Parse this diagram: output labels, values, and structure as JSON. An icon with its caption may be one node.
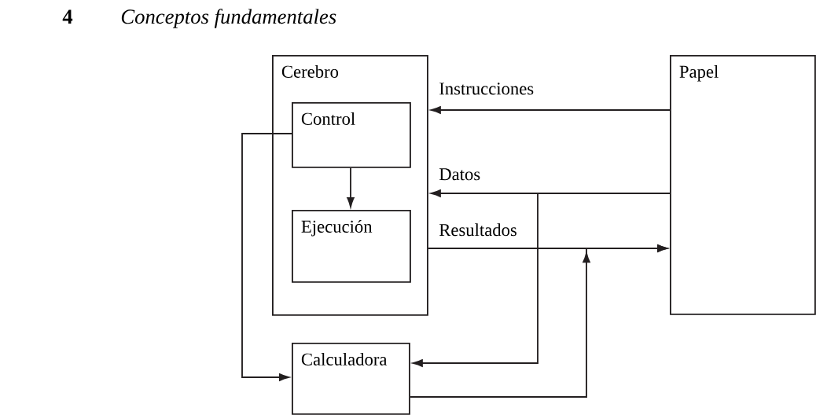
{
  "diagram": {
    "nodes": [
      {
        "text": [
          "Cerebro"
        ]
      },
      {
        "text": [
          "Control"
        ],
        "in": 0
      },
      {
        "text": [
          "Ejecución"
        ],
        "in": 0
      },
      {
        "text": [
          "Papel"
        ]
      },
      {
        "text": [
          "Calculadora"
        ]
      }
    ],
    "edges": [
      {
        "from": 3,
        "to": 0,
        "arrow": "to",
        "label": "Instrucciones"
      },
      {
        "from": 3,
        "to": 0,
        "arrow": "to",
        "label": "Datos"
      },
      {
        "from": 0,
        "to": 3,
        "arrow": "to",
        "label": "Resultados"
      },
      {
        "from": 1,
        "to": 2,
        "arrow": "to"
      },
      {
        "from": 1,
        "to": 4,
        "arrow": "to"
      },
      {
        "from": 3,
        "to": 4,
        "arrow": "to"
      },
      {
        "from": 4,
        "to": 3,
        "arrow": "to"
      }
    ],
    "labels": [
      "4",
      "Conceptos fundamentales"
    ]
  }
}
